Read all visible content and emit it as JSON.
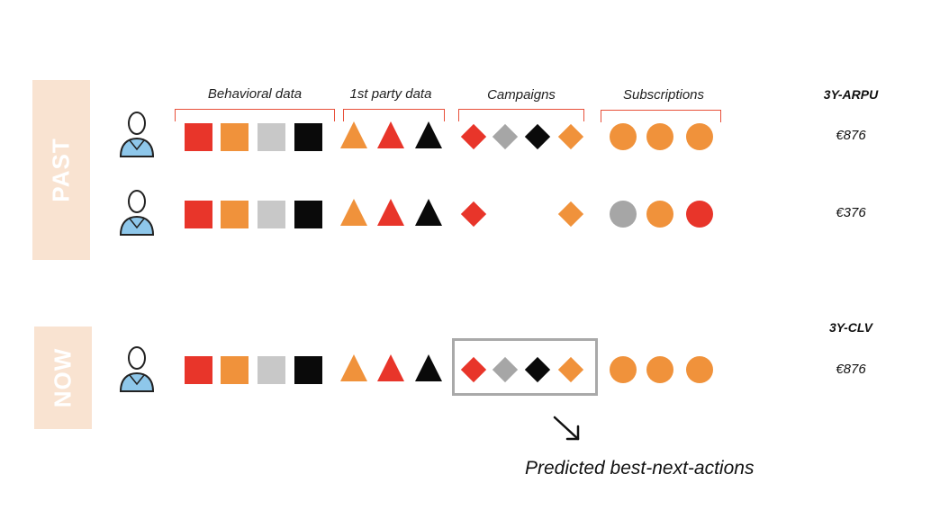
{
  "bands": {
    "past_label": "PAST",
    "now_label": "NOW"
  },
  "headers": {
    "behavioral": "Behavioral data",
    "first_party": "1st party data",
    "campaigns": "Campaigns",
    "subscriptions": "Subscriptions"
  },
  "metrics": {
    "past_head": "3Y-ARPU",
    "now_head": "3Y-CLV",
    "row1": "€876",
    "row2": "€376",
    "row3": "€876"
  },
  "caption": "Predicted best-next-actions",
  "colors": {
    "red": "#e8352a",
    "orange": "#f0923b",
    "grey": "#a6a6a6",
    "lightgrey": "#c8c8c8",
    "black": "#0a0a0a",
    "band": "#f9e3d1",
    "bracket": "#e8503a",
    "avatar_shirt": "#8ec7ea"
  },
  "rows": [
    {
      "squares": [
        "red",
        "orange",
        "lightgrey",
        "black"
      ],
      "triangles": [
        "orange",
        "red",
        "black"
      ],
      "diamonds": [
        "red",
        "grey",
        "black",
        "orange"
      ],
      "circles": [
        "orange",
        "orange",
        "orange"
      ]
    },
    {
      "squares": [
        "red",
        "orange",
        "lightgrey",
        "black"
      ],
      "triangles": [
        "orange",
        "red",
        "black"
      ],
      "diamonds": [
        "red",
        null,
        null,
        "orange"
      ],
      "circles": [
        "grey",
        "orange",
        "red"
      ]
    },
    {
      "squares": [
        "red",
        "orange",
        "lightgrey",
        "black"
      ],
      "triangles": [
        "orange",
        "red",
        "black"
      ],
      "diamonds": [
        "red",
        "grey",
        "black",
        "orange"
      ],
      "circles": [
        "orange",
        "orange",
        "orange"
      ]
    }
  ],
  "icons": {
    "avatar": "user-avatar-icon",
    "arrow": "arrow-down-right-icon"
  }
}
